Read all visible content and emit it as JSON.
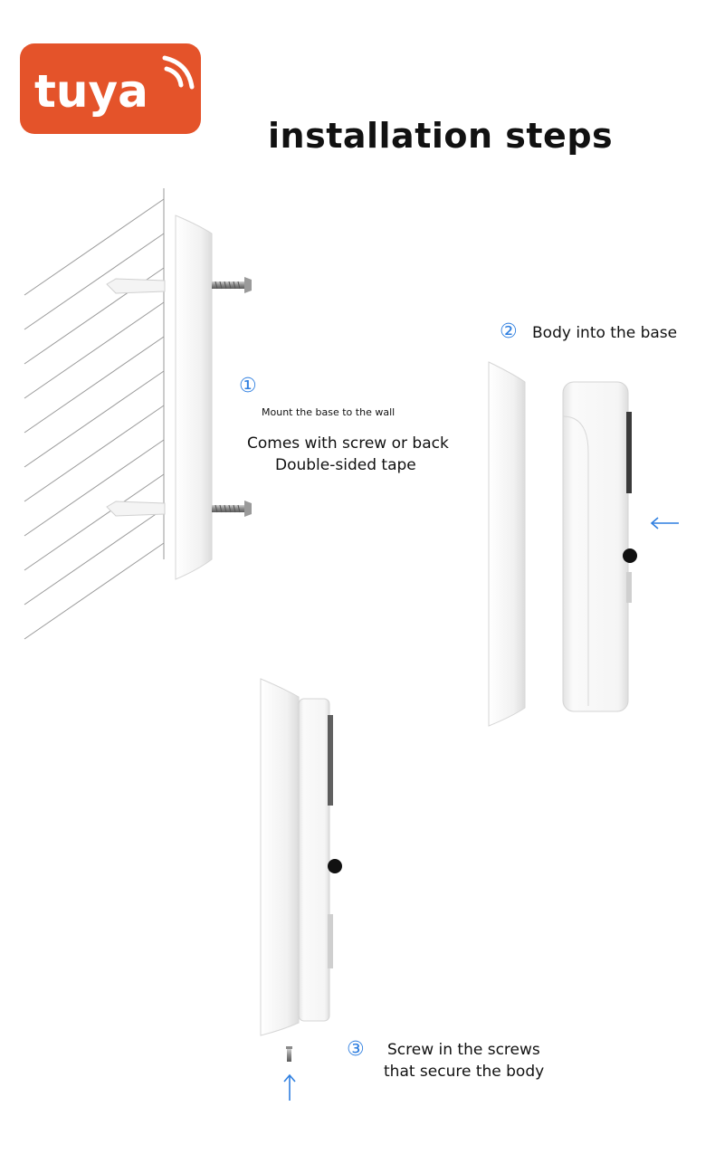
{
  "brand": {
    "name": "tuya",
    "color": "#e4532a"
  },
  "title": "installation steps",
  "accent_color": "#2f7fe0",
  "steps": [
    {
      "number": "①",
      "label": "Mount the base to the wall",
      "notes": [
        "Comes with screw or back",
        "Double-sided tape"
      ]
    },
    {
      "number": "②",
      "label": "Body into the base"
    },
    {
      "number": "③",
      "label_lines": [
        "Screw in the screws",
        "that secure the body"
      ]
    }
  ]
}
